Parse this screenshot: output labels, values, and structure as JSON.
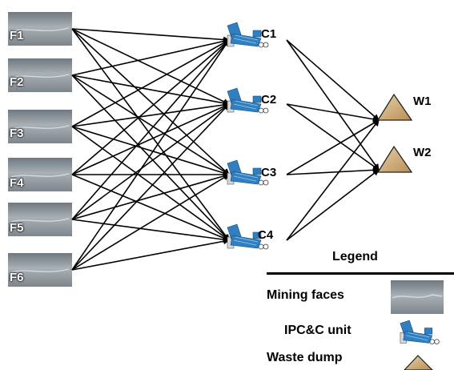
{
  "faces": [
    {
      "id": "F1",
      "label": "F1"
    },
    {
      "id": "F2",
      "label": "F2"
    },
    {
      "id": "F3",
      "label": "F3"
    },
    {
      "id": "F4",
      "label": "F4"
    },
    {
      "id": "F5",
      "label": "F5"
    },
    {
      "id": "F6",
      "label": "F6"
    }
  ],
  "crushers": [
    {
      "id": "C1",
      "label": "C1"
    },
    {
      "id": "C2",
      "label": "C2"
    },
    {
      "id": "C3",
      "label": "C3"
    },
    {
      "id": "C4",
      "label": "C4"
    }
  ],
  "dumps": [
    {
      "id": "W1",
      "label": "W1"
    },
    {
      "id": "W2",
      "label": "W2"
    }
  ],
  "legend": {
    "title": "Legend",
    "mining_faces": "Mining faces",
    "ipcc_unit": "IPC&C unit",
    "waste_dump": "Waste dump"
  },
  "colors": {
    "arrow": "#000000",
    "face_photo": "#8c949c",
    "crusher_blue": "#2f7fc1",
    "dump_fill": "#d9b98a"
  }
}
